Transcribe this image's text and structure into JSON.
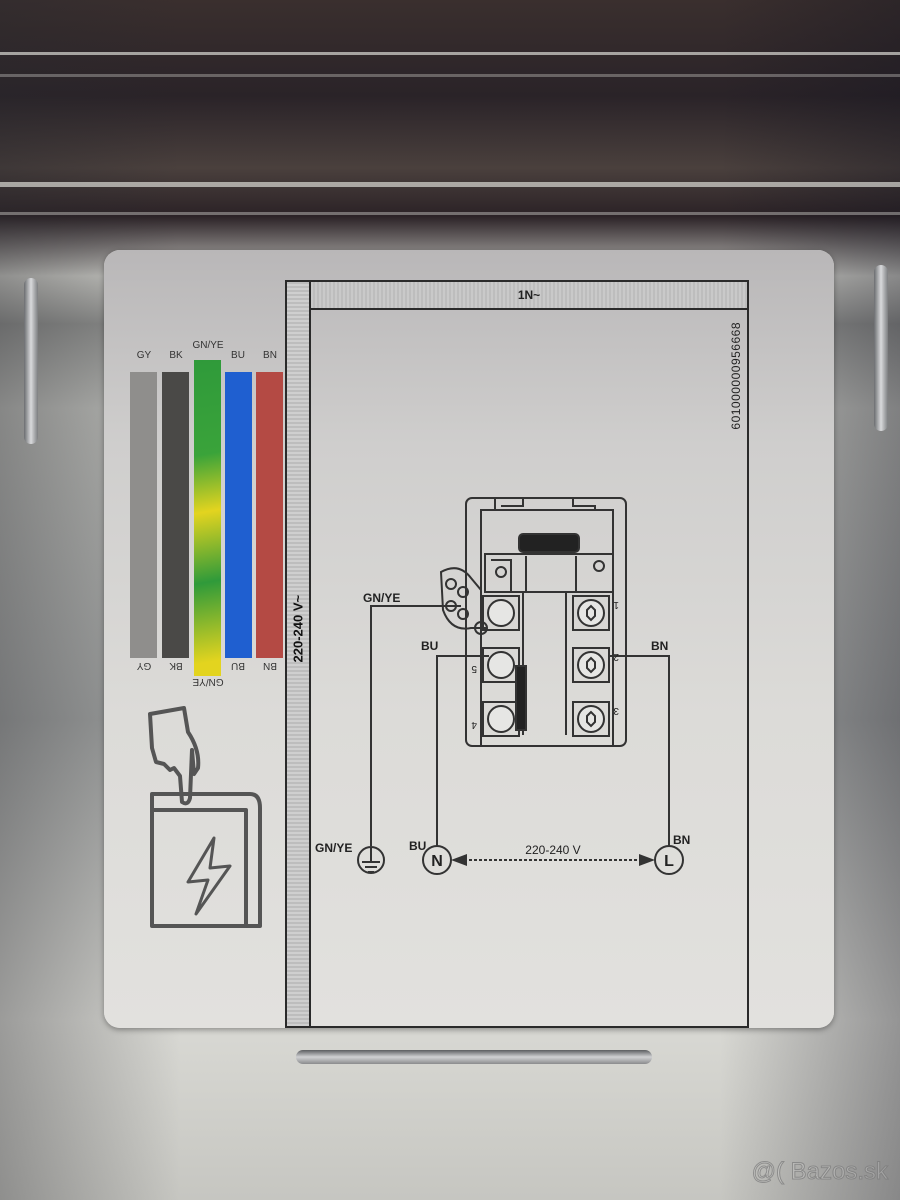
{
  "label": {
    "supply_type": "1N~",
    "voltage_side_label": "220-240 V~",
    "part_code": "601000000956668",
    "wire_legend": [
      {
        "code": "GY",
        "color": "#8f8e8c"
      },
      {
        "code": "BK",
        "color": "#4a4947"
      },
      {
        "code": "GN/YE",
        "color": "#2f9a3a",
        "stripe": "#e3d41f"
      },
      {
        "code": "BU",
        "color": "#1f5fd0"
      },
      {
        "code": "BN",
        "color": "#b44a44"
      }
    ],
    "manual_icon": "read-manual-electrical-icon",
    "terminal_block": {
      "wire_labels": {
        "earth": "GN/YE",
        "neutral": "BU",
        "live": "BN"
      },
      "terminal_numbers": [
        "1",
        "2",
        "3",
        "4",
        "5"
      ],
      "earth_symbol": "protective-earth-icon"
    },
    "supply_connection": {
      "earth": {
        "wire": "GN/YE",
        "symbol": "⏚"
      },
      "neutral": {
        "wire": "BU",
        "symbol": "N"
      },
      "live": {
        "wire": "BN",
        "symbol": "L"
      },
      "voltage": "220-240 V"
    }
  },
  "watermark": "@( Bazos.sk"
}
